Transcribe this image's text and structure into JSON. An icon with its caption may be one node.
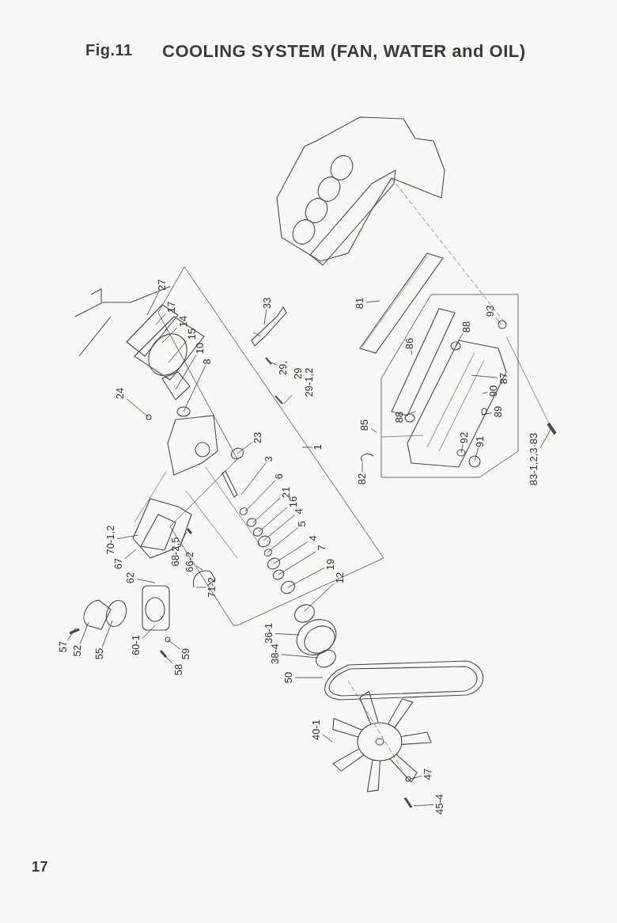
{
  "diagram": {
    "title": "COOLING SYSTEM (FAN, WATER and OIL)",
    "nodes": [
      {
        "text": [
          "27"
        ]
      },
      {
        "text": [
          "17"
        ]
      },
      {
        "text": [
          "14"
        ]
      },
      {
        "text": [
          "15"
        ]
      },
      {
        "text": [
          "10"
        ]
      },
      {
        "text": [
          "8"
        ]
      },
      {
        "text": [
          "24"
        ]
      },
      {
        "text": [
          "33"
        ]
      },
      {
        "text": [
          "29,"
        ]
      },
      {
        "text": [
          "29",
          "29-1,2"
        ]
      },
      {
        "text": [
          "1"
        ]
      },
      {
        "text": [
          "23"
        ]
      },
      {
        "text": [
          "3"
        ]
      },
      {
        "text": [
          "6"
        ]
      },
      {
        "text": [
          "21"
        ]
      },
      {
        "text": [
          "16"
        ]
      },
      {
        "text": [
          "4"
        ]
      },
      {
        "text": [
          "5"
        ]
      },
      {
        "text": [
          "4"
        ]
      },
      {
        "text": [
          "7"
        ]
      },
      {
        "text": [
          "19"
        ]
      },
      {
        "text": [
          "12"
        ]
      },
      {
        "text": [
          "81"
        ]
      },
      {
        "text": [
          "86"
        ]
      },
      {
        "text": [
          "88"
        ]
      },
      {
        "text": [
          "93"
        ]
      },
      {
        "text": [
          "87"
        ]
      },
      {
        "text": [
          "90"
        ]
      },
      {
        "text": [
          "89"
        ]
      },
      {
        "text": [
          "85"
        ]
      },
      {
        "text": [
          "88"
        ]
      },
      {
        "text": [
          "92"
        ]
      },
      {
        "text": [
          "91"
        ]
      },
      {
        "text": [
          "82"
        ]
      },
      {
        "text": [
          "83-1,2,3·83"
        ]
      },
      {
        "text": [
          "70-1,2"
        ]
      },
      {
        "text": [
          "67"
        ]
      },
      {
        "text": [
          "68-2,5"
        ]
      },
      {
        "text": [
          "66-2"
        ]
      },
      {
        "text": [
          "62"
        ]
      },
      {
        "text": [
          "71-2"
        ]
      },
      {
        "text": [
          "36-1"
        ]
      },
      {
        "text": [
          "38-4"
        ]
      },
      {
        "text": [
          "57"
        ]
      },
      {
        "text": [
          "52"
        ]
      },
      {
        "text": [
          "55"
        ]
      },
      {
        "text": [
          "60-1"
        ]
      },
      {
        "text": [
          "59"
        ]
      },
      {
        "text": [
          "58"
        ]
      },
      {
        "text": [
          "50"
        ]
      },
      {
        "text": [
          "40-1"
        ]
      },
      {
        "text": [
          "47"
        ]
      },
      {
        "text": [
          "45-4"
        ]
      }
    ],
    "edges": [
      {
        "from": 0,
        "to": null,
        "arrow": "none"
      },
      {
        "from": 1,
        "to": null,
        "arrow": "none"
      },
      {
        "from": 2,
        "to": null,
        "arrow": "none"
      },
      {
        "from": 3,
        "to": null,
        "arrow": "none"
      },
      {
        "from": 4,
        "to": null,
        "arrow": "none"
      },
      {
        "from": 5,
        "to": null,
        "arrow": "none"
      },
      {
        "from": 6,
        "to": null,
        "arrow": "none"
      },
      {
        "from": 7,
        "to": null,
        "arrow": "none"
      },
      {
        "from": 8,
        "to": null,
        "arrow": "none"
      },
      {
        "from": 9,
        "to": null,
        "arrow": "none"
      },
      {
        "from": 10,
        "to": null,
        "arrow": "none"
      },
      {
        "from": 11,
        "to": null,
        "arrow": "none"
      },
      {
        "from": 12,
        "to": null,
        "arrow": "none"
      },
      {
        "from": 13,
        "to": null,
        "arrow": "none"
      },
      {
        "from": 14,
        "to": null,
        "arrow": "none"
      },
      {
        "from": 15,
        "to": null,
        "arrow": "none"
      },
      {
        "from": 16,
        "to": null,
        "arrow": "none"
      },
      {
        "from": 17,
        "to": null,
        "arrow": "none"
      },
      {
        "from": 18,
        "to": null,
        "arrow": "none"
      },
      {
        "from": 19,
        "to": null,
        "arrow": "none"
      },
      {
        "from": 20,
        "to": null,
        "arrow": "none"
      },
      {
        "from": 21,
        "to": null,
        "arrow": "none"
      },
      {
        "from": 22,
        "to": null,
        "arrow": "none"
      },
      {
        "from": 23,
        "to": null,
        "arrow": "none"
      },
      {
        "from": 24,
        "to": null,
        "arrow": "none"
      },
      {
        "from": 25,
        "to": null,
        "arrow": "none"
      },
      {
        "from": 26,
        "to": null,
        "arrow": "none"
      },
      {
        "from": 27,
        "to": null,
        "arrow": "none"
      },
      {
        "from": 28,
        "to": null,
        "arrow": "none"
      },
      {
        "from": 29,
        "to": null,
        "arrow": "none"
      },
      {
        "from": 30,
        "to": null,
        "arrow": "none"
      },
      {
        "from": 31,
        "to": null,
        "arrow": "none"
      },
      {
        "from": 32,
        "to": null,
        "arrow": "none"
      },
      {
        "from": 33,
        "to": null,
        "arrow": "none"
      },
      {
        "from": 34,
        "to": null,
        "arrow": "none"
      },
      {
        "from": 35,
        "to": null,
        "arrow": "none"
      },
      {
        "from": 36,
        "to": null,
        "arrow": "none"
      },
      {
        "from": 37,
        "to": null,
        "arrow": "none"
      },
      {
        "from": 38,
        "to": null,
        "arrow": "none"
      },
      {
        "from": 39,
        "to": null,
        "arrow": "none"
      },
      {
        "from": 40,
        "to": null,
        "arrow": "none"
      },
      {
        "from": 41,
        "to": null,
        "arrow": "none"
      },
      {
        "from": 42,
        "to": null,
        "arrow": "none"
      },
      {
        "from": 43,
        "to": null,
        "arrow": "none"
      },
      {
        "from": 44,
        "to": null,
        "arrow": "none"
      },
      {
        "from": 45,
        "to": null,
        "arrow": "none"
      },
      {
        "from": 46,
        "to": null,
        "arrow": "none"
      },
      {
        "from": 47,
        "to": null,
        "arrow": "none"
      },
      {
        "from": 48,
        "to": null,
        "arrow": "none"
      },
      {
        "from": 49,
        "to": null,
        "arrow": "none"
      },
      {
        "from": 50,
        "to": null,
        "arrow": "none"
      },
      {
        "from": 51,
        "to": null,
        "arrow": "none"
      },
      {
        "from": 52,
        "to": null,
        "arrow": "none"
      }
    ],
    "labels": [
      "Fig.11",
      "17"
    ]
  }
}
